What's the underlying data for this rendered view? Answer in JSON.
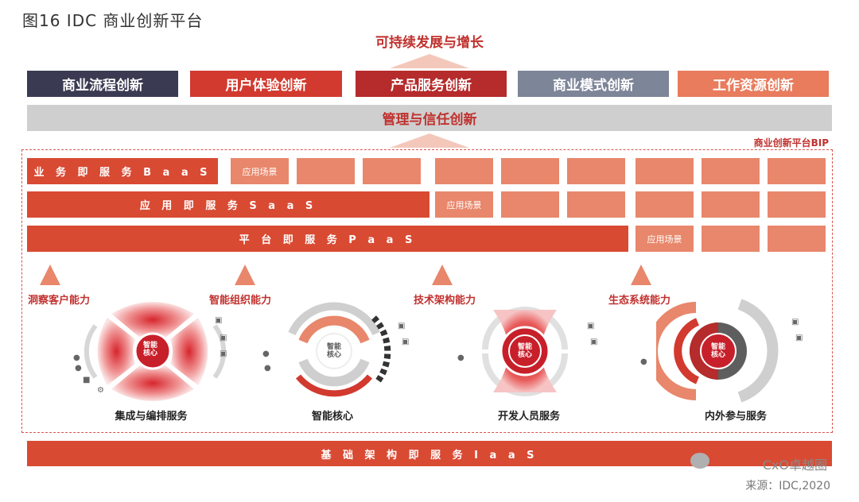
{
  "figure_title": "图16 IDC 商业创新平台",
  "goal": "可持续发展与增长",
  "innovations": [
    {
      "label": "商业流程创新",
      "color": "#3a3a52"
    },
    {
      "label": "用户体验创新",
      "color": "#d23a2f"
    },
    {
      "label": "产品服务创新",
      "color": "#b62b2b"
    },
    {
      "label": "商业模式创新",
      "color": "#7d8598"
    },
    {
      "label": "工作资源创新",
      "color": "#e87c5d"
    }
  ],
  "management": "管理与信任创新",
  "platform_label": "商业创新平台BIP",
  "layers": {
    "baas": "业 务 即 服 务 B a a S",
    "saas": "应 用 即 服 务 S a a S",
    "paas": "平 台 即 服 务 P a a S",
    "scene": "应用场景"
  },
  "capabilities": [
    "洞察客户能力",
    "智能组织能力",
    "技术架构能力",
    "生态系统能力"
  ],
  "core_label": "智能核心",
  "services": [
    "集成与编排服务",
    "智能核心",
    "开发人员服务",
    "内外参与服务"
  ],
  "iaas": "基 础 架 构 即 服 务 I a a S",
  "watermark": "CxO卓越圈",
  "source": "来源：IDC,2020",
  "colors": {
    "accent": "#d94a33",
    "light": "#e8876b",
    "gray": "#cfcfcf"
  }
}
